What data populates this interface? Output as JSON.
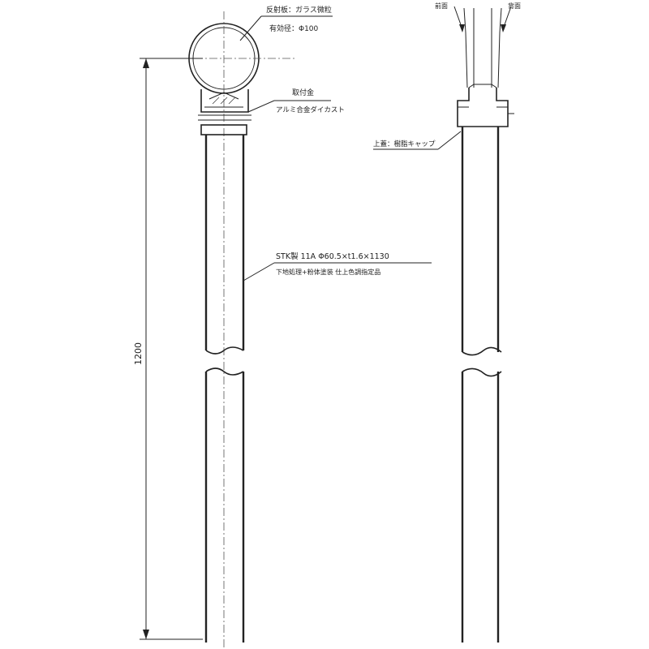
{
  "front_view": {
    "plate_label": {
      "line1": "反射板：ガラス微粒",
      "line2": "有効径：Φ100"
    },
    "bracket_label": {
      "line1": "取付金",
      "line2": "アルミ合金ダイカスト"
    },
    "pipe_label": {
      "line1": "STK製 11A Φ60.5×t1.6×1130",
      "line2": "下地処理+粉体塗装 仕上色調指定品"
    },
    "dimension_label": "1200"
  },
  "side_view": {
    "top_label_left": "前面",
    "top_label_right": "背面",
    "cap_label": "上蓋：樹脂キャップ"
  },
  "colors": {
    "line": "#222222",
    "background": "#ffffff"
  }
}
